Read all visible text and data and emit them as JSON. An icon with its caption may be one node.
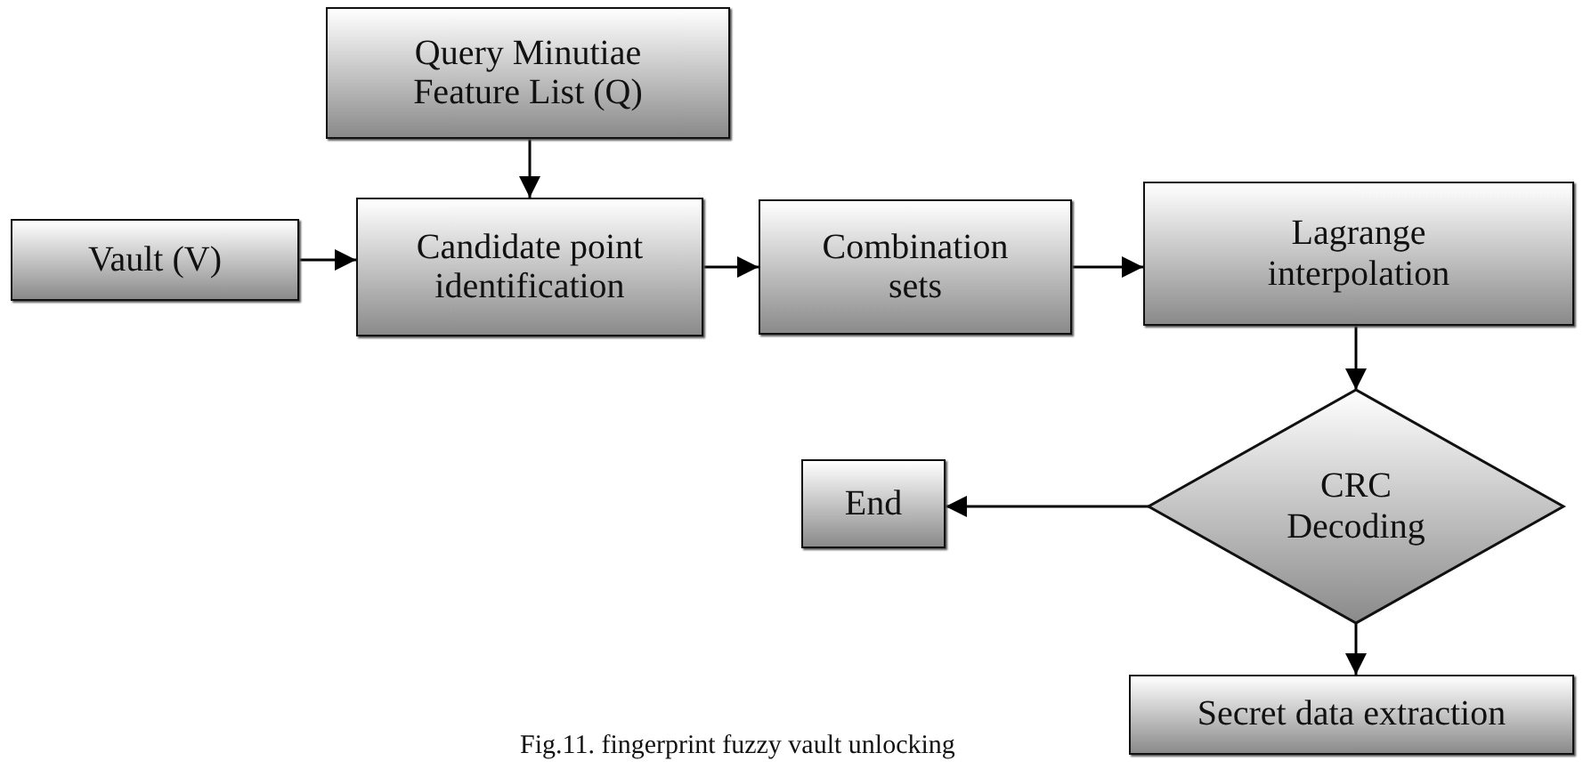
{
  "diagram": {
    "caption": "Fig.11. fingerprint fuzzy vault unlocking",
    "nodes": [
      {
        "text": [
          "Query Minutiae Feature List (Q)"
        ]
      },
      {
        "text": [
          "Vault (V)"
        ]
      },
      {
        "text": [
          "Candidate point identification"
        ]
      },
      {
        "text": [
          "Combination sets"
        ]
      },
      {
        "text": [
          "Lagrange interpolation"
        ]
      },
      {
        "text": [
          "CRC Decoding"
        ]
      },
      {
        "text": [
          "End"
        ]
      },
      {
        "text": [
          "Secret data extraction"
        ]
      }
    ],
    "edges": [
      {
        "from": 0,
        "to": 2,
        "arrow": "to"
      },
      {
        "from": 1,
        "to": 2,
        "arrow": "to"
      },
      {
        "from": 2,
        "to": 3,
        "arrow": "to"
      },
      {
        "from": 3,
        "to": 4,
        "arrow": "to"
      },
      {
        "from": 4,
        "to": 5,
        "arrow": "to"
      },
      {
        "from": 5,
        "to": 6,
        "arrow": "to"
      },
      {
        "from": 5,
        "to": 7,
        "arrow": "to"
      }
    ]
  }
}
